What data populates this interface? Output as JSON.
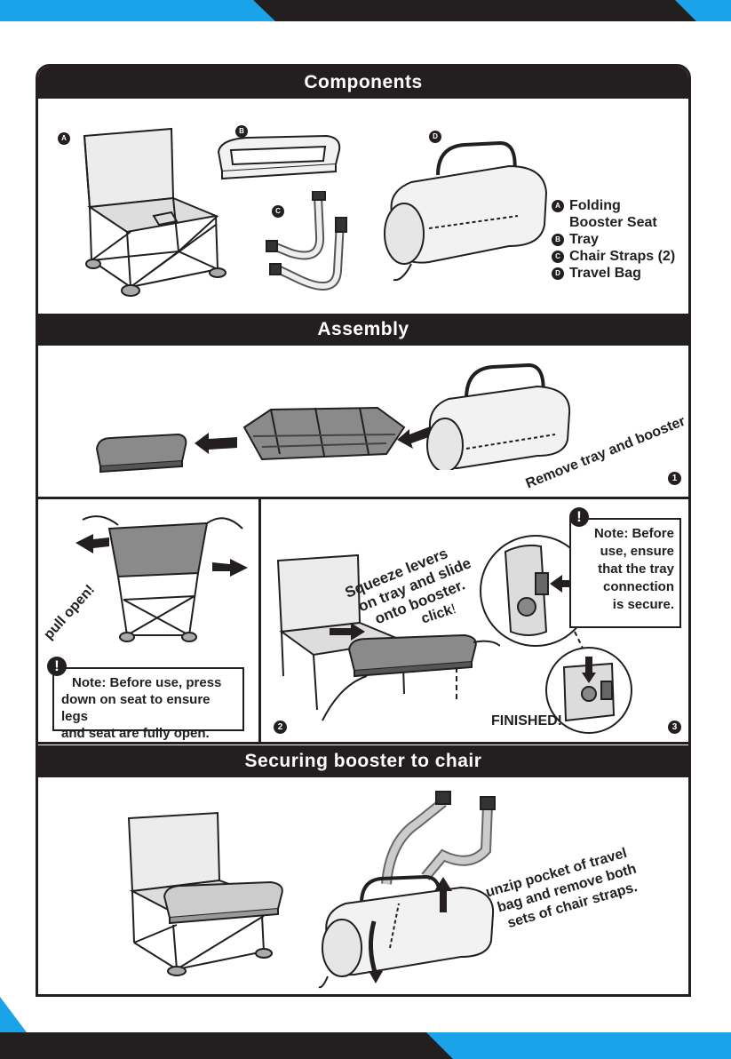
{
  "colors": {
    "ink": "#231f20",
    "accent_blue": "#1aa3e8",
    "paper": "#ffffff",
    "line_gray": "#555555"
  },
  "sections": {
    "components": "Components",
    "assembly": "Assembly",
    "securing": "Securing booster to chair"
  },
  "components": {
    "labels": [
      "A",
      "B",
      "C",
      "D"
    ],
    "legend": [
      {
        "badge": "A",
        "line1": "Folding",
        "line2": "Booster Seat"
      },
      {
        "badge": "B",
        "line1": "Tray"
      },
      {
        "badge": "C",
        "line1": "Chair Straps (2)"
      },
      {
        "badge": "D",
        "line1": "Travel Bag"
      }
    ]
  },
  "assembly": {
    "step1_caption": "Remove tray and booster",
    "step1_number": "1",
    "pull_open": "pull open!",
    "note_left": {
      "icon": "!",
      "lines": [
        "Note: Before use, press",
        "down on seat to ensure legs",
        "and seat are fully open."
      ]
    },
    "step2_caption": [
      "Squeeze levers",
      "on tray and slide",
      "onto booster."
    ],
    "click_text": "click",
    "click_mark": "!",
    "step2_number": "2",
    "note_right": {
      "icon": "!",
      "label": "Note",
      "lines": [
        ": Before",
        "use, ensure",
        "that the tray",
        "connection",
        "is secure."
      ]
    },
    "finished": "FINISHED!",
    "step3_number": "3"
  },
  "securing": {
    "caption": [
      "unzip pocket of travel",
      "bag and remove both",
      "sets of chair straps."
    ]
  },
  "icons": [
    "warning-icon",
    "arrow-left-icon",
    "arrow-up-icon",
    "arrow-down-icon",
    "arrow-right-icon"
  ]
}
